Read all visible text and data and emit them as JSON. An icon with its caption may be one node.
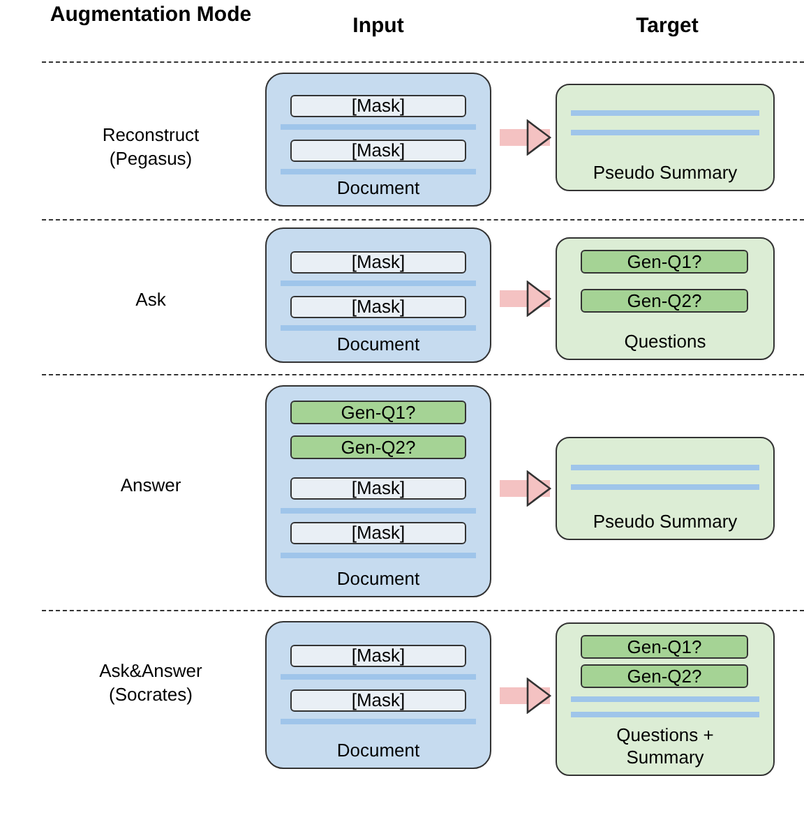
{
  "diagram": {
    "nodes": [
      {
        "text": [
          "Document"
        ]
      },
      {
        "text": [
          "[Mask]"
        ],
        "in": 0
      },
      {
        "text": [
          "[Mask]"
        ],
        "in": 0
      },
      {
        "text": [
          "Pseudo Summary"
        ]
      },
      {
        "text": [
          "Document"
        ]
      },
      {
        "text": [
          "[Mask]"
        ],
        "in": 4
      },
      {
        "text": [
          "[Mask]"
        ],
        "in": 4
      },
      {
        "text": [
          "Questions"
        ]
      },
      {
        "text": [
          "Gen-Q1?"
        ],
        "in": 7
      },
      {
        "text": [
          "Gen-Q2?"
        ],
        "in": 7
      },
      {
        "text": [
          "Document"
        ]
      },
      {
        "text": [
          "Gen-Q1?"
        ],
        "in": 10
      },
      {
        "text": [
          "Gen-Q2?"
        ],
        "in": 10
      },
      {
        "text": [
          "[Mask]"
        ],
        "in": 10
      },
      {
        "text": [
          "[Mask]"
        ],
        "in": 10
      },
      {
        "text": [
          "Pseudo Summary"
        ]
      },
      {
        "text": [
          "Document"
        ]
      },
      {
        "text": [
          "[Mask]"
        ],
        "in": 16
      },
      {
        "text": [
          "[Mask]"
        ],
        "in": 16
      },
      {
        "text": [
          "Questions + Summary"
        ]
      },
      {
        "text": [
          "Gen-Q1?"
        ],
        "in": 19
      },
      {
        "text": [
          "Gen-Q2?"
        ],
        "in": 19
      }
    ],
    "edges": [
      {
        "from": 0,
        "to": 3,
        "arrow": "to"
      },
      {
        "from": 4,
        "to": 7,
        "arrow": "to"
      },
      {
        "from": 10,
        "to": 15,
        "arrow": "to"
      },
      {
        "from": 16,
        "to": 19,
        "arrow": "to"
      }
    ],
    "labels": [
      "Augmentation Mode",
      "Input",
      "Target",
      "Reconstruct (Pegasus)",
      "Ask",
      "Answer",
      "Ask&Answer (Socrates)"
    ]
  }
}
